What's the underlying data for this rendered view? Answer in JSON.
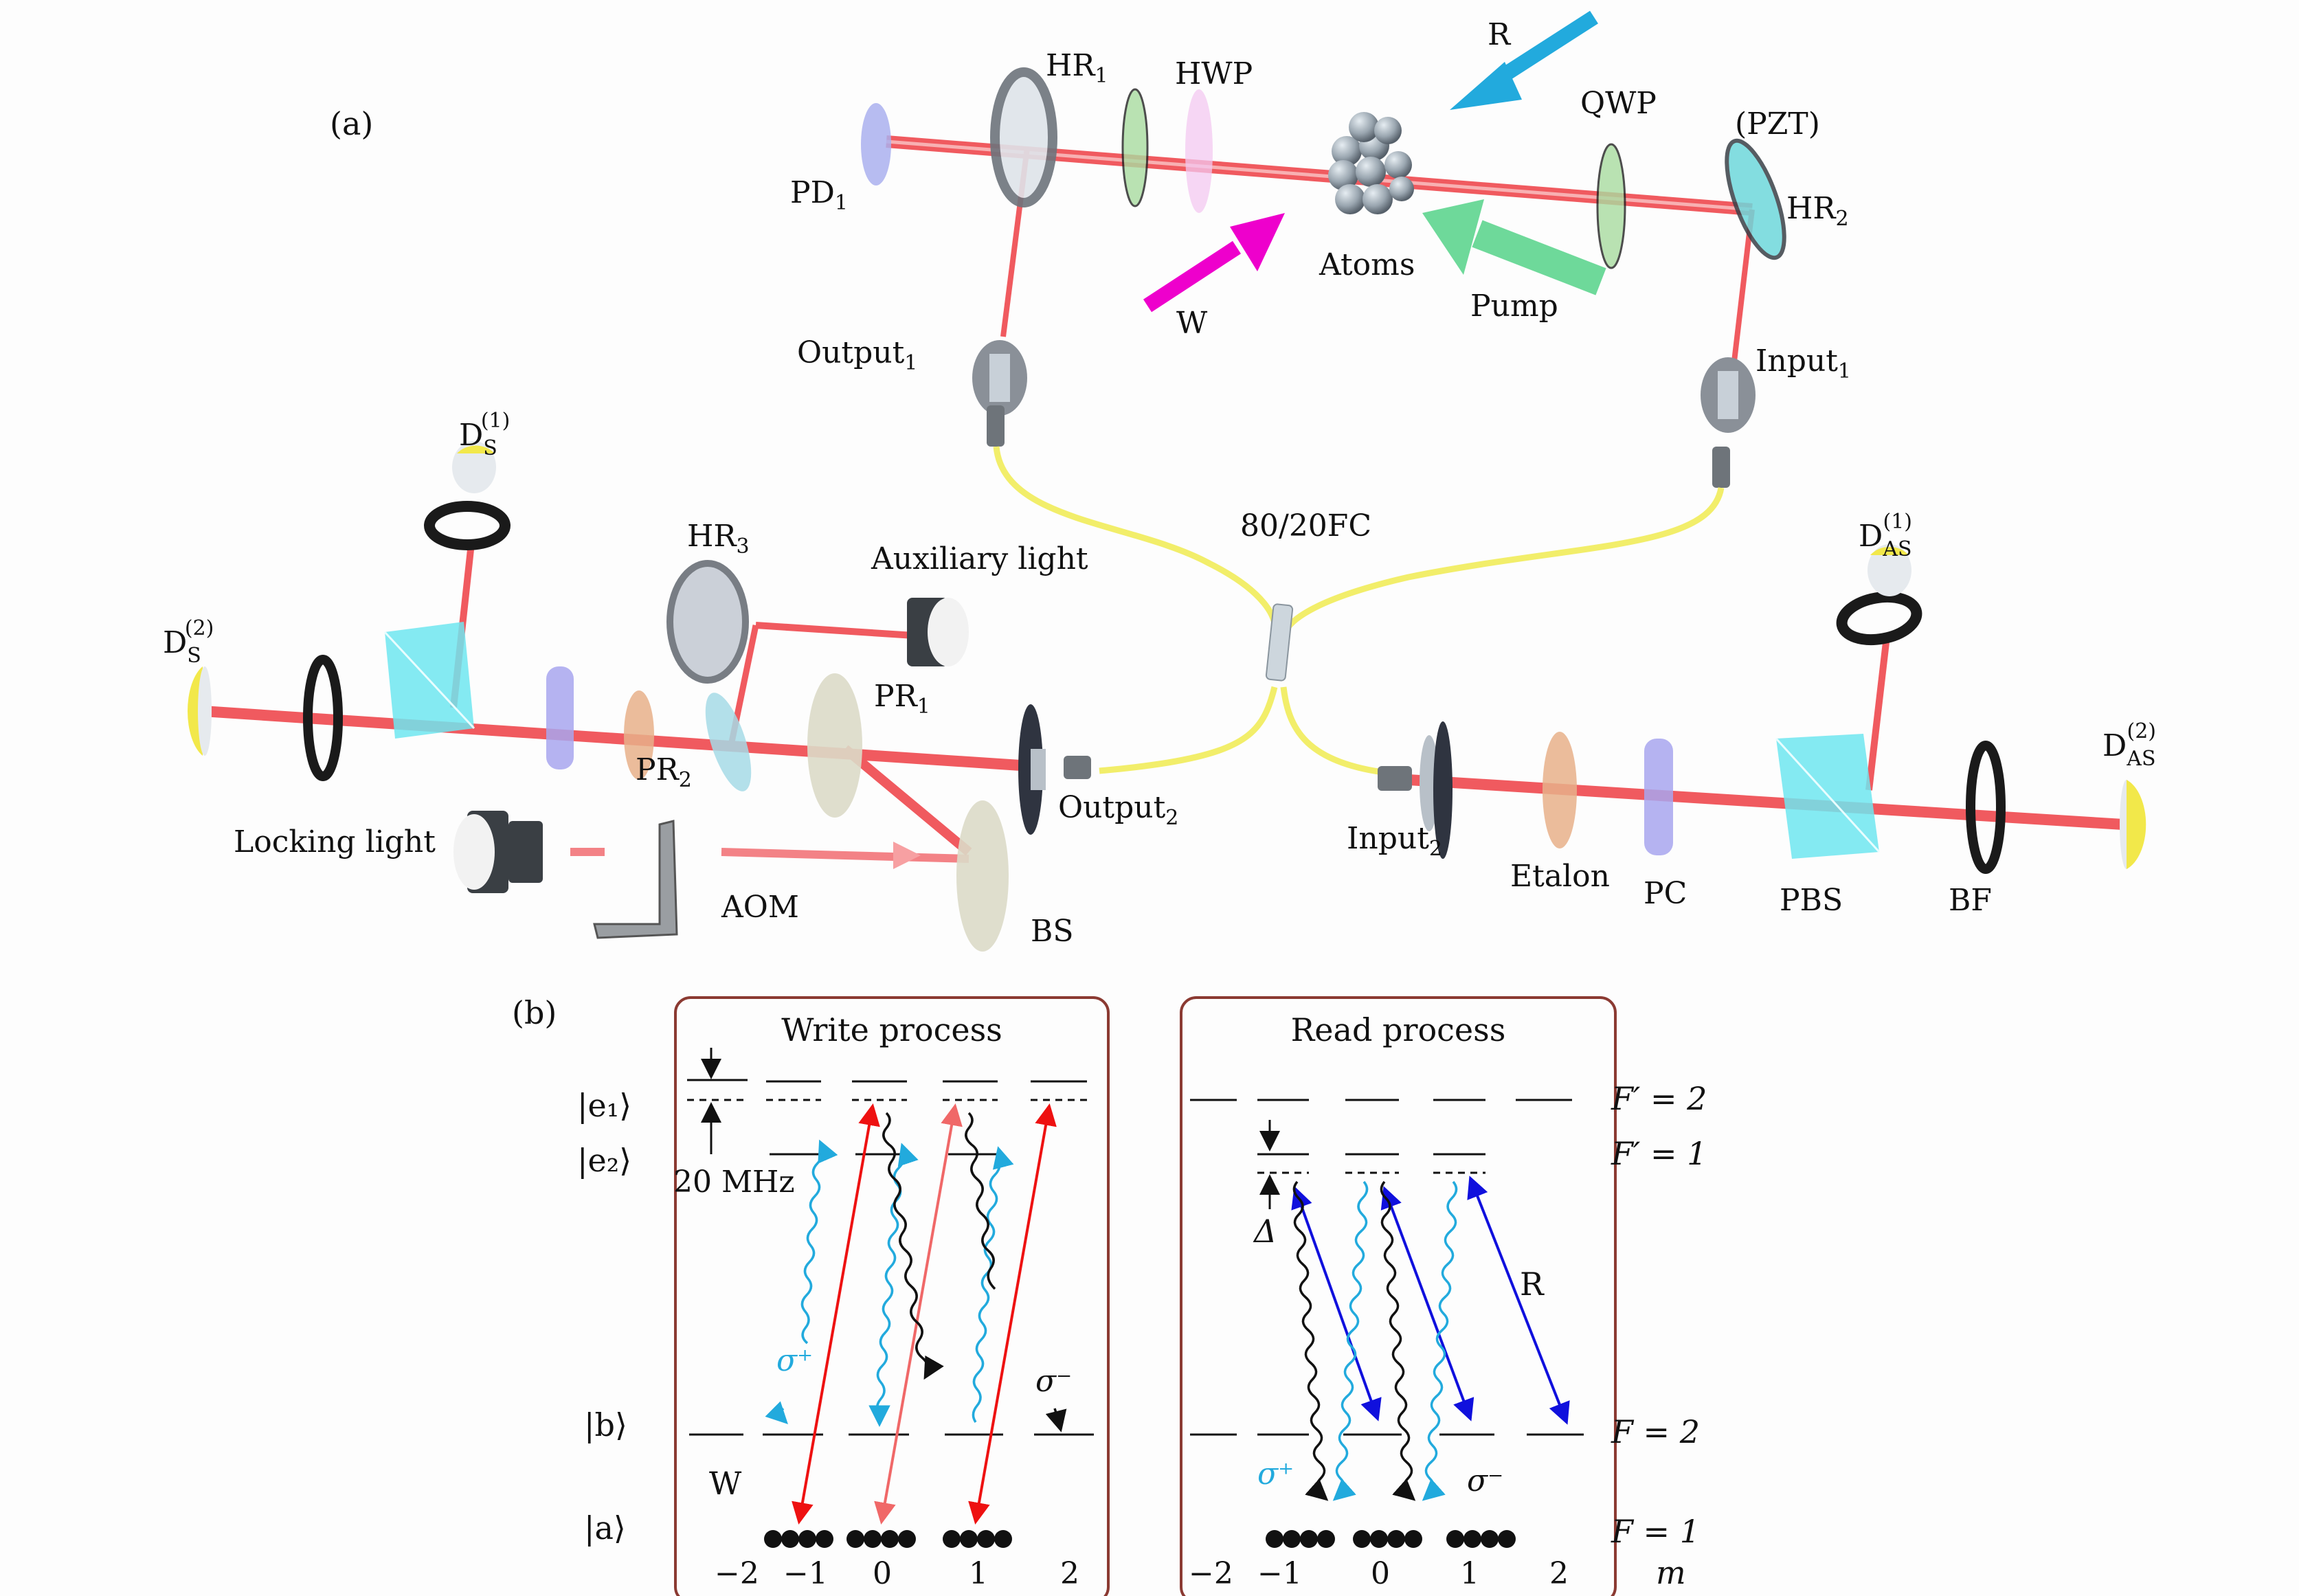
{
  "panel_a": {
    "label": "(a)",
    "components": {
      "pd1": {
        "main": "PD",
        "sub": "1"
      },
      "hr1": {
        "main": "HR",
        "sub": "1"
      },
      "hwp": "HWP",
      "r_beam": "R",
      "qwp": "QWP",
      "pzt": "(PZT)",
      "hr2": {
        "main": "HR",
        "sub": "2"
      },
      "atoms": "Atoms",
      "pump": "Pump",
      "w_beam": "W",
      "output1": {
        "main": "Output",
        "sub": "1"
      },
      "input1": {
        "main": "Input",
        "sub": "1"
      },
      "fiber_coupler": "80/20FC",
      "ds1": {
        "main": "D",
        "sub": "S",
        "sup": "(1)"
      },
      "ds2": {
        "main": "D",
        "sub": "S",
        "sup": "(2)"
      },
      "hr3": {
        "main": "HR",
        "sub": "3"
      },
      "auxiliary_light": "Auxiliary light",
      "pr1": {
        "main": "PR",
        "sub": "1"
      },
      "pr2": {
        "main": "PR",
        "sub": "2"
      },
      "output2": {
        "main": "Output",
        "sub": "2"
      },
      "locking_light": "Locking light",
      "aom": "AOM",
      "bs": "BS",
      "input2": {
        "main": "Input",
        "sub": "2"
      },
      "etalon": "Etalon",
      "pc": "PC",
      "pbs": "PBS",
      "bf": "BF",
      "das1": {
        "main": "D",
        "sub": "AS",
        "sup": "(1)"
      },
      "das2": {
        "main": "D",
        "sub": "AS",
        "sup": "(2)"
      }
    },
    "colors": {
      "beam": "#f0555a",
      "fiber": "#f2ee6a",
      "write_arrow": "#ee00cc",
      "read_arrow": "#22aadd",
      "pump_arrow": "#6ed99a",
      "pbs": "#6fe6f0",
      "detector": "#f2e84a"
    }
  },
  "panel_b": {
    "label": "(b)",
    "write": {
      "title": "Write process",
      "levels": {
        "e1": "|e₁⟩",
        "e2": "|e₂⟩",
        "b": "|b⟩",
        "a": "|a⟩"
      },
      "detuning": "20 MHz",
      "w_label": "W",
      "sigma_plus": "σ⁺",
      "sigma_minus": "σ⁻",
      "m_values": [
        "−2",
        "−1",
        "0",
        "1",
        "2"
      ]
    },
    "read": {
      "title": "Read process",
      "levels": {
        "fp2": "F′ = 2",
        "fp1": "F′ = 1",
        "f2": "F = 2",
        "f1": "F = 1"
      },
      "detuning": "Δ",
      "r_label": "R",
      "sigma_plus": "σ⁺",
      "sigma_minus": "σ⁻",
      "m_values": [
        "−2",
        "−1",
        "0",
        "1",
        "2"
      ],
      "m_label": "m"
    },
    "colors": {
      "box_border": "#8b3a32",
      "write_arrow": "#ee1111",
      "write_arrow_light": "#f06868",
      "read_arrow": "#1010dd",
      "sigma_plus": "#22aadd",
      "sigma_minus": "#111111"
    }
  }
}
